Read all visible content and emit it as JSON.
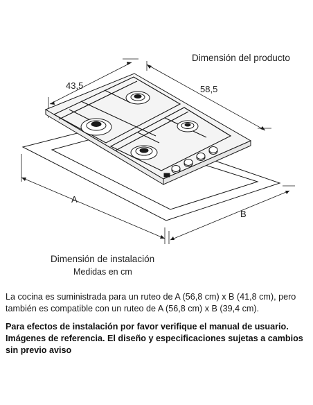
{
  "labels": {
    "product_dimension": "Dimensión del producto",
    "depth_value": "43,5",
    "width_value": "58,5",
    "cutout_a": "A",
    "cutout_b": "B",
    "installation_dimension": "Dimensión de instalación",
    "units": "Medidas en cm"
  },
  "text": {
    "compatibility": "La cocina es suministrada para un ruteo de A (56,8 cm) x B (41,8 cm), pero también es compatible con un ruteo de A (56,8 cm) x B (39,4 cm).",
    "notice": "Para efectos de instalación por favor verifique el manual de usuario. Imágenes de referencia. El diseño y especificaciones sujetas a cambios sin previo aviso"
  },
  "colors": {
    "line": "#1a1a1a",
    "hob_fill": "#f4f4f4",
    "background": "#ffffff"
  },
  "icons": {
    "burners": "gas-burner-icon",
    "knobs": "control-knob-icon"
  }
}
